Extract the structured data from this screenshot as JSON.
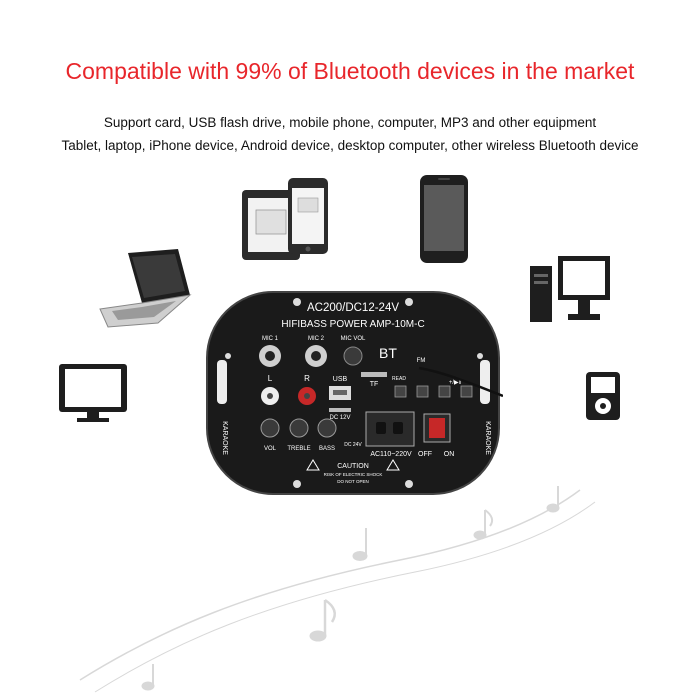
{
  "headline": "Compatible with 99% of Bluetooth devices in the market",
  "subtitle_lines": [
    "Support card, USB flash drive, mobile phone, computer, MP3 and other equipment",
    "Tablet, laptop, iPhone device, Android device, desktop computer, other wireless Bluetooth device"
  ],
  "colors": {
    "headline": "#e8262b",
    "board": "#1a1a1a",
    "accent_red": "#c62828"
  },
  "devices": [
    "tablet-and-phone-icon",
    "smartphone-icon",
    "laptop-icon",
    "desktop-computer-icon",
    "tv-monitor-icon",
    "mp3-player-icon"
  ],
  "board": {
    "title_line1": "AC200/DC12-24V",
    "title_line2": "HIFIBASS POWER AMP-10M-C",
    "bt": "BT",
    "mic1": "MIC 1",
    "mic2": "MIC 2",
    "micvol": "MIC VOL",
    "l": "L",
    "r": "R",
    "usb": "USB",
    "tf": "TF",
    "fm": "FM",
    "read": "READ",
    "vol": "VOL",
    "treble": "TREBLE",
    "bass": "BASS",
    "dc": "DC 12V",
    "dc2": "DC 24V",
    "ac": "AC110~220V",
    "off": "OFF",
    "on": "ON",
    "karaoke": "KARAOKE",
    "caution": "CAUTION",
    "caution2": "RISK OF ELECTRIC SHOCK",
    "caution3": "DO NOT OPEN",
    "play": "+/▶‖"
  }
}
